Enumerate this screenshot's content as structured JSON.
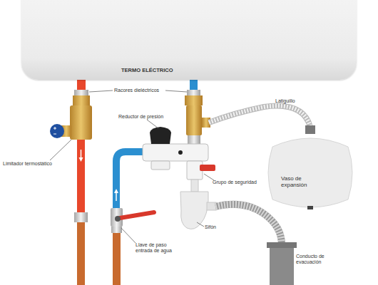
{
  "diagram": {
    "nodes": [
      {
        "text": [
          "TERMO ELÉCTRICO"
        ]
      },
      {
        "text": [
          "Vaso de expansión"
        ]
      }
    ],
    "labels": [
      "Racores dieléctricos",
      "Reductor de presión",
      "Latiguillo",
      "Limitador termostático",
      "Grupo de seguridad",
      "Sifón",
      "Llave de paso entrada de agua",
      "Conducto de evacuación"
    ]
  }
}
